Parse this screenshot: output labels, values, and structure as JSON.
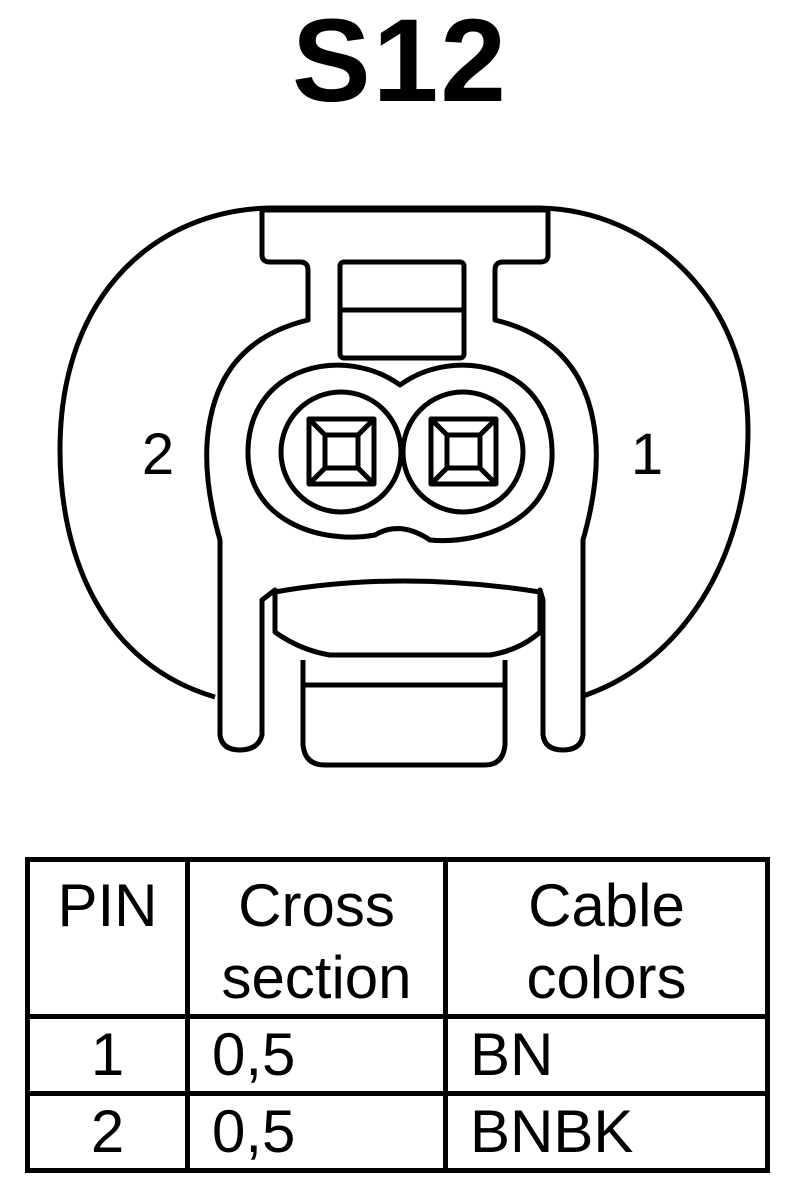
{
  "title": "S12",
  "connector": {
    "pin_labels": {
      "left": "2",
      "right": "1"
    }
  },
  "table": {
    "headers": {
      "pin": "PIN",
      "cross_line1": "Cross",
      "cross_line2": "section",
      "color_line1": "Cable",
      "color_line2": "colors"
    },
    "rows": [
      {
        "pin": "1",
        "cross_section": "0,5",
        "color": "BN"
      },
      {
        "pin": "2",
        "cross_section": "0,5",
        "color": "BNBK"
      }
    ]
  }
}
